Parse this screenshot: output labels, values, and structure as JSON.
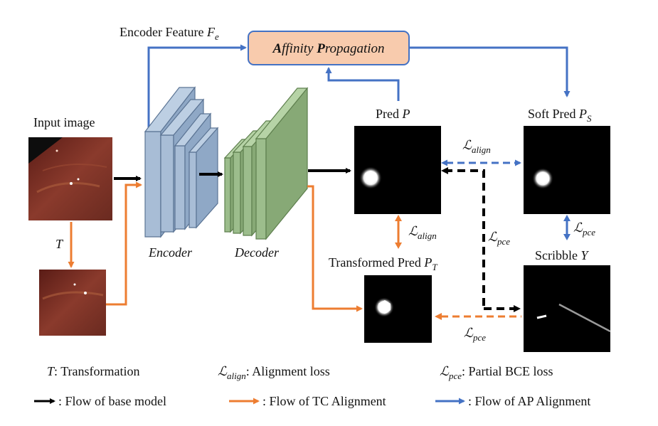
{
  "colors": {
    "black_flow": "#000000",
    "orange_flow": "#ed7d31",
    "blue_flow": "#4472c4",
    "encoder_fill": "#a8bdd6",
    "encoder_stroke": "#5b7494",
    "decoder_fill": "#9cbd8c",
    "decoder_stroke": "#5e7f4e",
    "ap_box_fill": "#f8cbad",
    "ap_box_stroke": "#4472c4",
    "image_bg": "#000000",
    "tissue": "#7a2a22"
  },
  "labels": {
    "encoder_feature": "Encoder Feature",
    "encoder_feature_sym": "F",
    "encoder_feature_sub": "e",
    "ap_word1_first": "A",
    "ap_word1_rest": "ffinity",
    "ap_word2_first": "P",
    "ap_word2_rest": "ropagation",
    "input_image": "Input image",
    "t_arrow": "T",
    "encoder": "Encoder",
    "decoder": "Decoder",
    "pred": "Pred",
    "pred_sym": "P",
    "soft_pred": "Soft Pred",
    "soft_pred_sym": "P",
    "soft_pred_sub": "S",
    "transformed_pred": "Transformed Pred",
    "transformed_pred_sym": "P",
    "transformed_pred_sub": "T",
    "scribble": "Scribble",
    "scribble_sym": "Y",
    "loss_align_top": "align",
    "loss_align_mid": "align",
    "loss_pce_mid": "pce",
    "loss_pce_right": "pce",
    "loss_pce_bottom": "pce",
    "loss_script": "ℒ"
  },
  "legend": {
    "t_sym": "T",
    "t_text": ": Transformation",
    "align_sub": "align",
    "align_text": ": Alignment loss",
    "pce_sub": "pce",
    "pce_text": ": Partial BCE loss",
    "black_text": ": Flow of base model",
    "orange_text": ": Flow of TC Alignment",
    "blue_text": ": Flow of AP Alignment"
  }
}
